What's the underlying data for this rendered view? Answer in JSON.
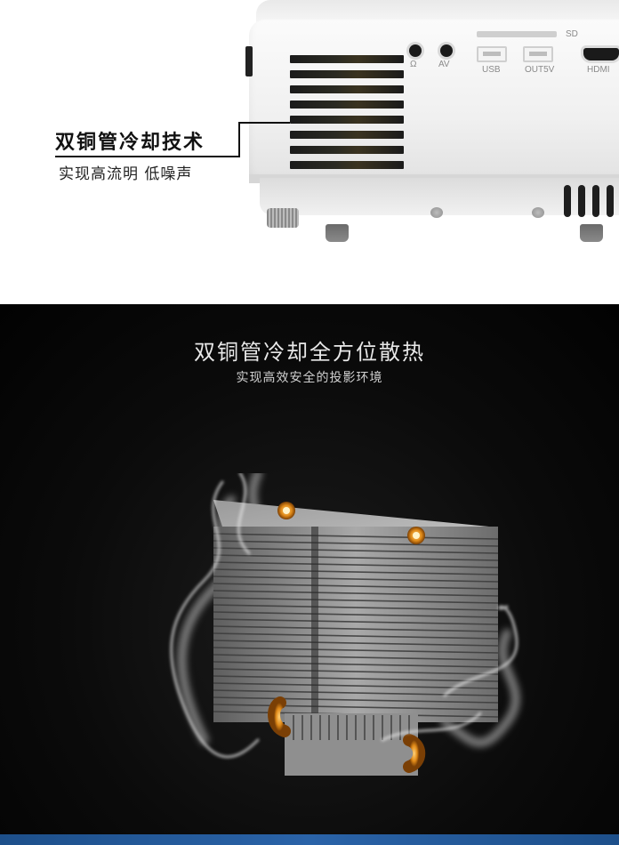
{
  "top_section": {
    "title": "双铜管冷却技术",
    "subtitle": "实现高流明 低噪声",
    "ports": {
      "audio_icon_label": "Ω",
      "av_label": "AV",
      "usb_label": "USB",
      "out5v_label": "OUT5V",
      "hdmi_label": "HDMI",
      "sd_label": "SD"
    }
  },
  "dark_section": {
    "title": "双铜管冷却全方位散热",
    "subtitle": "实现高效安全的投影环境"
  },
  "colors": {
    "accent_bar": "#2a63a8",
    "dark_bg": "#0b0b0b",
    "copper": "#d9891e"
  }
}
